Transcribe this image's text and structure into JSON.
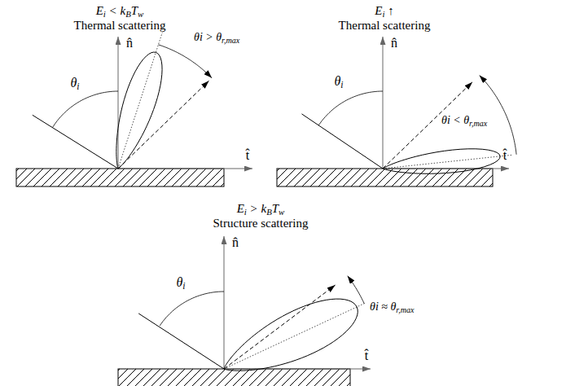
{
  "diagram": {
    "labels": [
      "Ei < kBTw",
      "Thermal scattering",
      "Ei ↑",
      "Thermal scattering",
      "Ei > kBTw",
      "Structure scattering",
      "n̂",
      "θi",
      "θi > θr,max",
      "t̂",
      "n̂",
      "θi",
      "θi < θr,max",
      "t̂",
      "n̂",
      "θi",
      "θi ≈ θr,max",
      "t̂"
    ]
  }
}
